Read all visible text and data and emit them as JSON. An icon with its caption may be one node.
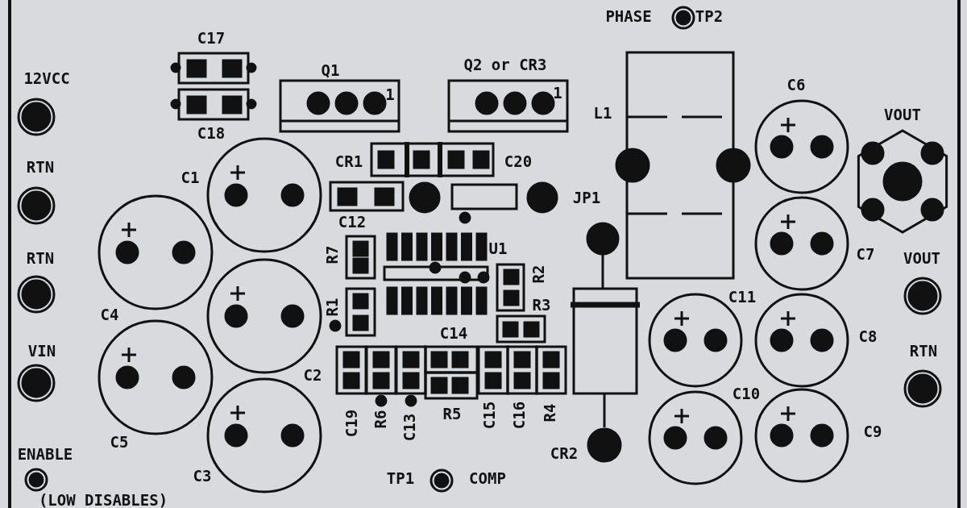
{
  "diagram": {
    "labels": [
      "PHASE",
      "TP2",
      "C17",
      "Q1",
      "Q2 or CR3",
      "12VCC",
      "1",
      "1",
      "C6",
      "L1",
      "VOUT",
      "C18",
      "C1",
      "CR1",
      "C20",
      "RTN",
      "JP1",
      "C12",
      "U1",
      "R7",
      "RTN",
      "C7",
      "VOUT",
      "R2",
      "R1",
      "C11",
      "R3",
      "C4",
      "C14",
      "C8",
      "VIN",
      "RTN",
      "C2",
      "C10",
      "C19",
      "R6",
      "C13",
      "R5",
      "C15",
      "C16",
      "R4",
      "C5",
      "C9",
      "ENABLE",
      "CR2",
      "C3",
      "TP1",
      "COMP",
      "(LOW DISABLES)"
    ]
  }
}
